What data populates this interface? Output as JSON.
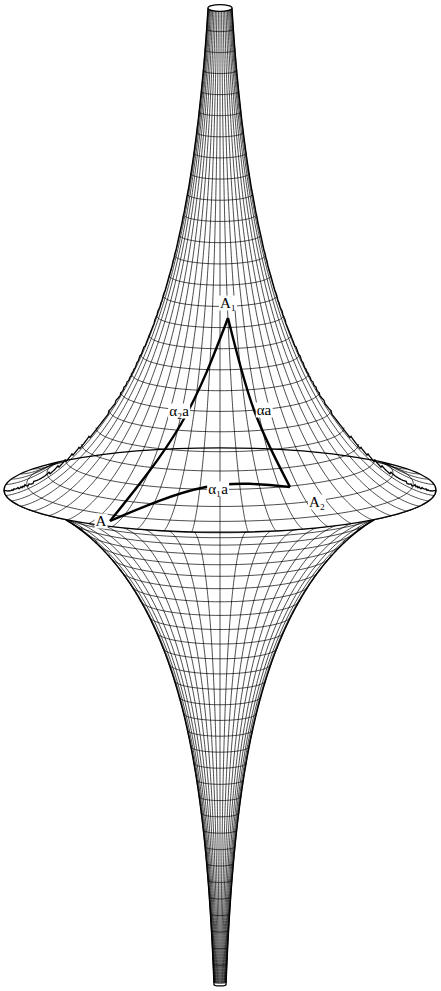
{
  "diagram": {
    "labels": [
      "A₁",
      "α₂a",
      "αa",
      "A₂",
      "A",
      "α₁a"
    ]
  }
}
